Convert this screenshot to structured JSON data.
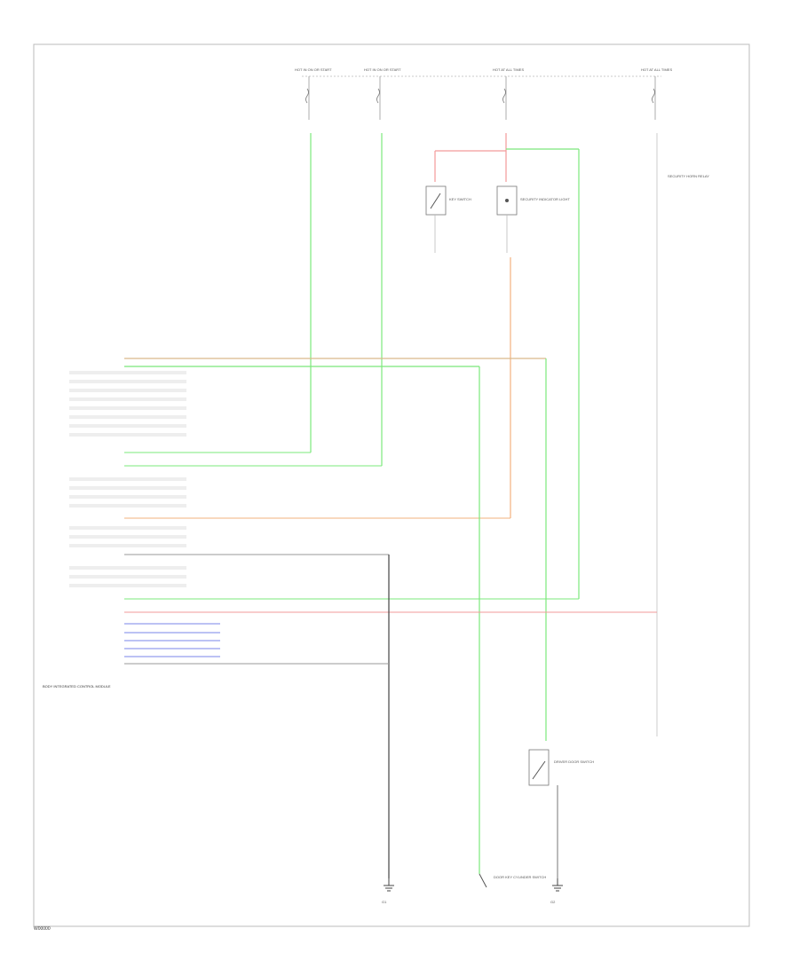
{
  "diagram_id": "W00000",
  "colors": {
    "green": "#7be87b",
    "tan": "#d9b98a",
    "orange": "#f2b27e",
    "pink": "#f29a9a",
    "blue": "#7a86e8",
    "gray": "#9a9a9a",
    "black": "#444444"
  },
  "fuses": [
    {
      "label": "HOT IN ON OR START"
    },
    {
      "label": "HOT IN ON OR START"
    },
    {
      "label": "HOT AT ALL TIMES"
    },
    {
      "label": "HOT AT ALL TIMES"
    }
  ],
  "module_label": "BODY INTEGRATED CONTROL MODULE",
  "components": [
    {
      "name": "KEY SWITCH"
    },
    {
      "name": "SECURITY INDICATOR LIGHT"
    },
    {
      "name": "DOOR KEY CYLINDER SWITCH"
    },
    {
      "name": "DRIVER DOOR SWITCH"
    },
    {
      "name": "SECURITY HORN RELAY"
    }
  ],
  "grounds": [
    {
      "label": "G1"
    },
    {
      "label": "G2"
    }
  ]
}
